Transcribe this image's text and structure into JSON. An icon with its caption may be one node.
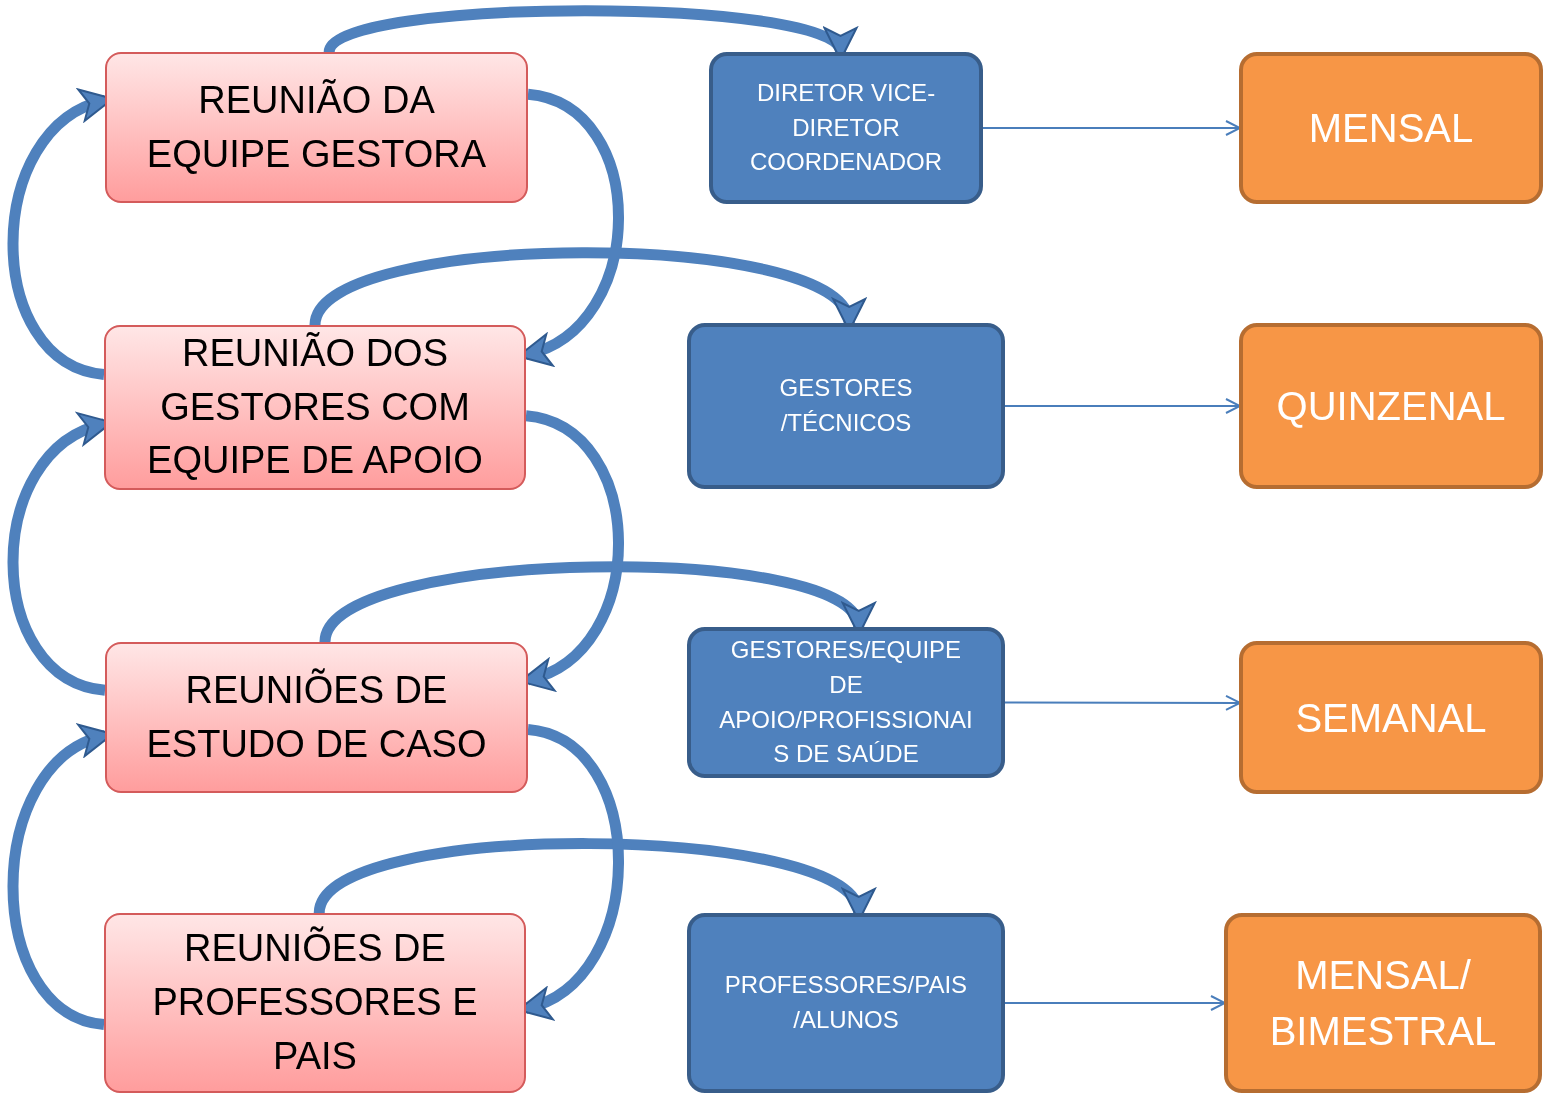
{
  "diagram": {
    "nodes": [
      {
        "text": [
          "REUNIÃO DA EQUIPE GESTORA"
        ]
      },
      {
        "text": [
          "REUNIÃO DOS GESTORES COM EQUIPE DE APOIO"
        ]
      },
      {
        "text": [
          "REUNIÕES DE ESTUDO DE CASO"
        ]
      },
      {
        "text": [
          "REUNIÕES DE PROFESSORES E PAIS"
        ]
      },
      {
        "text": [
          "DIRETOR VICE-DIRETOR COORDENADOR"
        ]
      },
      {
        "text": [
          "GESTORES /TÉCNICOS"
        ]
      },
      {
        "text": [
          "GESTORES/EQUIPE DE APOIO/PROFISSIONAIS DE SAÚDE"
        ]
      },
      {
        "text": [
          "PROFESSORES/PAIS /ALUNOS"
        ]
      },
      {
        "text": [
          "MENSAL"
        ]
      },
      {
        "text": [
          "QUINZENAL"
        ]
      },
      {
        "text": [
          "SEMANAL"
        ]
      },
      {
        "text": [
          "MENSAL/ BIMESTRAL"
        ]
      }
    ],
    "edges": [
      {
        "from": 0,
        "to": 4,
        "arrow": "to"
      },
      {
        "from": 1,
        "to": 5,
        "arrow": "to"
      },
      {
        "from": 2,
        "to": 6,
        "arrow": "to"
      },
      {
        "from": 3,
        "to": 7,
        "arrow": "to"
      },
      {
        "from": 0,
        "to": 1,
        "arrow": "to"
      },
      {
        "from": 1,
        "to": 2,
        "arrow": "to"
      },
      {
        "from": 2,
        "to": 3,
        "arrow": "to"
      },
      {
        "from": 1,
        "to": 0,
        "arrow": "to"
      },
      {
        "from": 2,
        "to": 1,
        "arrow": "to"
      },
      {
        "from": 3,
        "to": 2,
        "arrow": "to"
      },
      {
        "from": 4,
        "to": 8,
        "arrow": "to"
      },
      {
        "from": 5,
        "to": 9,
        "arrow": "to"
      },
      {
        "from": 6,
        "to": 10,
        "arrow": "to"
      },
      {
        "from": 7,
        "to": 11,
        "arrow": "to"
      }
    ]
  }
}
